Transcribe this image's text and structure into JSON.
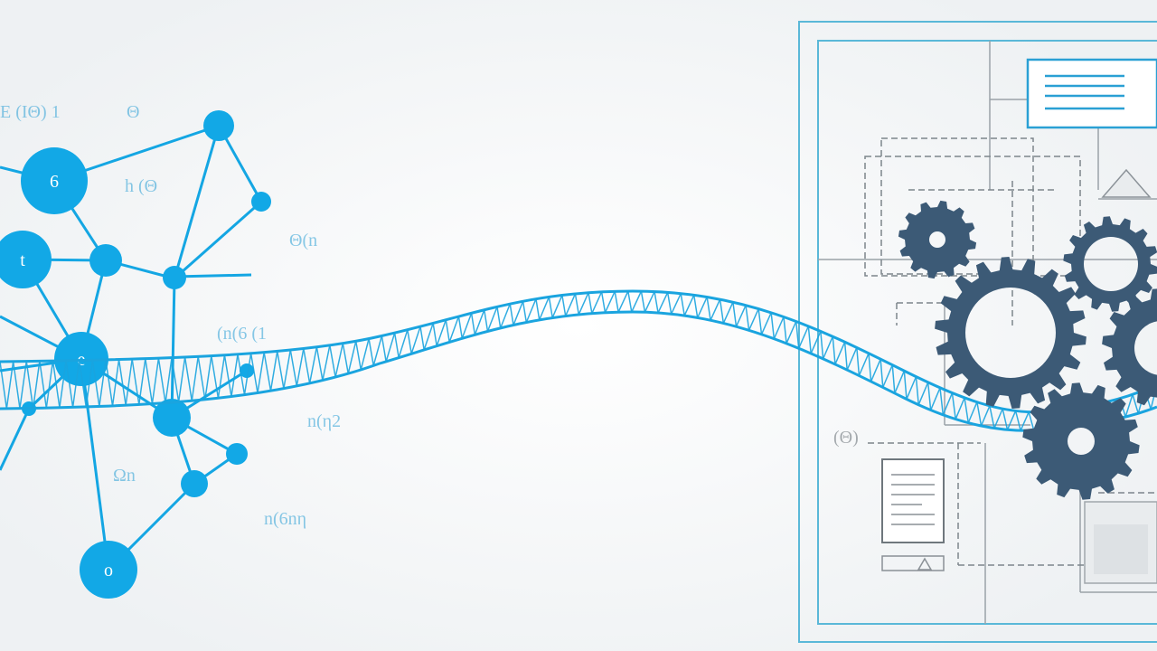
{
  "palette": {
    "background": "#f3f5f6",
    "accent": "#12a8e6",
    "gear": "#3c5a76",
    "blueprint": "#5ab8d8",
    "sketch": "#8a8f94"
  },
  "network": {
    "node_labels": {
      "a": "6",
      "b": "t",
      "c": "e",
      "d": "o"
    },
    "scribbles": {
      "s1": "E (IΘ) 1",
      "s2": "Θ",
      "s3": "h (Θ",
      "s4": "Θ(n",
      "s5": "(n(6 (1",
      "s6": "n(η2",
      "s7": "Ωn",
      "s8": "n(6nη"
    }
  },
  "blueprint": {
    "scribbles": {
      "s1": "(Θ)"
    }
  },
  "icons": [
    "network-graph-icon",
    "gear-icon",
    "document-icon",
    "triangle-icon"
  ]
}
